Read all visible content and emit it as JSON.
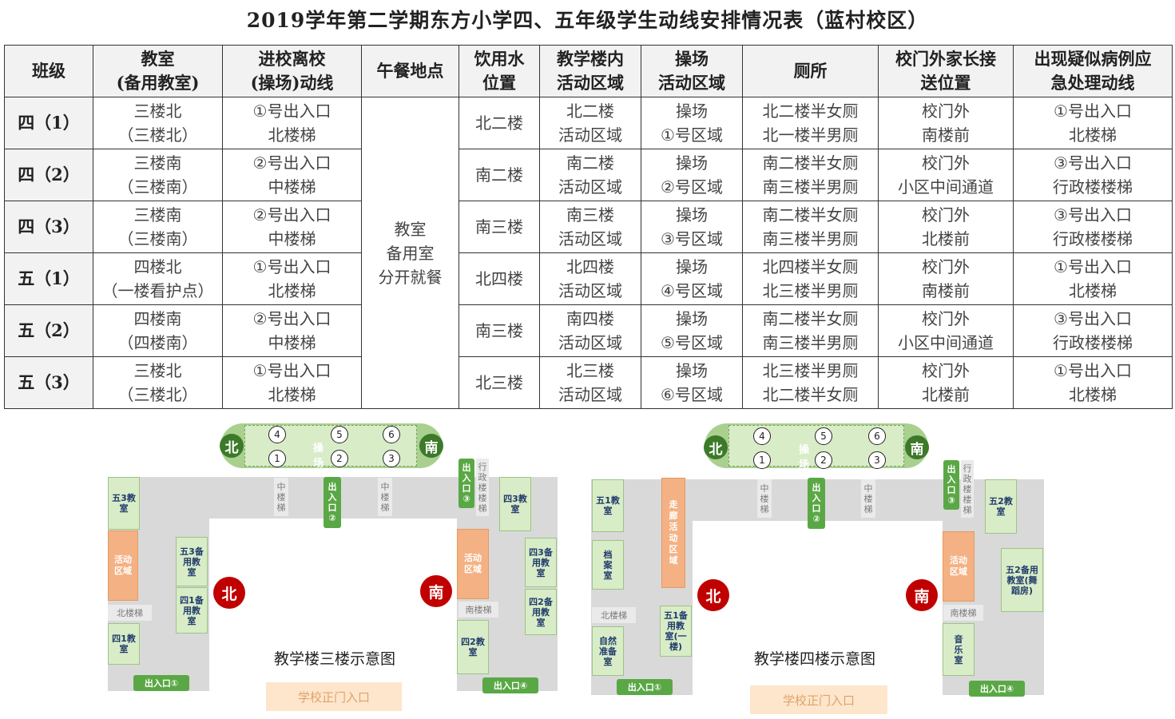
{
  "title": "2019学年第二学期东方小学四、五年级学生动线安排情况表（蓝村校区）",
  "headers": [
    [
      "班级"
    ],
    [
      "教室",
      "(备用教室)"
    ],
    [
      "进校离校",
      "(操场)动线"
    ],
    [
      "午餐地点"
    ],
    [
      "饮用水",
      "位置"
    ],
    [
      "教学楼内",
      "活动区域"
    ],
    [
      "操场",
      "活动区域"
    ],
    [
      "厕所"
    ],
    [
      "校门外家长接",
      "送位置"
    ],
    [
      "出现疑似病例应",
      "急处理动线"
    ]
  ],
  "lunch": [
    "教室",
    "备用室",
    "分开就餐"
  ],
  "rows": [
    {
      "cls": "四（1）",
      "room": [
        "三楼北",
        "（三楼北）"
      ],
      "route": [
        "①号出入口",
        "北楼梯"
      ],
      "water": "北二楼",
      "indoor": [
        "北二楼",
        "活动区域"
      ],
      "field": [
        "操场",
        "①号区域"
      ],
      "toilet": [
        "北二楼半女厕",
        "北一楼半男厕"
      ],
      "pickup": [
        "校门外",
        "南楼前"
      ],
      "emergency": [
        "①号出入口",
        "北楼梯"
      ]
    },
    {
      "cls": "四（2）",
      "room": [
        "三楼南",
        "（三楼南）"
      ],
      "route": [
        "②号出入口",
        "中楼梯"
      ],
      "water": "南二楼",
      "indoor": [
        "南二楼",
        "活动区域"
      ],
      "field": [
        "操场",
        "②号区域"
      ],
      "toilet": [
        "南二楼半女厕",
        "南三楼半男厕"
      ],
      "pickup": [
        "校门外",
        "小区中间通道"
      ],
      "emergency": [
        "③号出入口",
        "行政楼楼梯"
      ]
    },
    {
      "cls": "四（3）",
      "room": [
        "三楼南",
        "（三楼南）"
      ],
      "route": [
        "②号出入口",
        "中楼梯"
      ],
      "water": "南三楼",
      "indoor": [
        "南三楼",
        "活动区域"
      ],
      "field": [
        "操场",
        "③号区域"
      ],
      "toilet": [
        "南二楼半女厕",
        "南三楼半男厕"
      ],
      "pickup": [
        "校门外",
        "北楼前"
      ],
      "emergency": [
        "③号出入口",
        "行政楼楼梯"
      ]
    },
    {
      "cls": "五（1）",
      "room": [
        "四楼北",
        "（一楼看护点）"
      ],
      "route": [
        "①号出入口",
        "北楼梯"
      ],
      "water": "北四楼",
      "indoor": [
        "北四楼",
        "活动区域"
      ],
      "field": [
        "操场",
        "④号区域"
      ],
      "toilet": [
        "北四楼半女厕",
        "北三楼半男厕"
      ],
      "pickup": [
        "校门外",
        "南楼前"
      ],
      "emergency": [
        "①号出入口",
        "北楼梯"
      ]
    },
    {
      "cls": "五（2）",
      "room": [
        "四楼南",
        "（四楼南）"
      ],
      "route": [
        "②号出入口",
        "中楼梯"
      ],
      "water": "南三楼",
      "indoor": [
        "南四楼",
        "活动区域"
      ],
      "field": [
        "操场",
        "⑤号区域"
      ],
      "toilet": [
        "南二楼半女厕",
        "南三楼半男厕"
      ],
      "pickup": [
        "校门外",
        "小区中间通道"
      ],
      "emergency": [
        "③号出入口",
        "行政楼楼梯"
      ]
    },
    {
      "cls": "五（3）",
      "room": [
        "三楼北",
        "（三楼北）"
      ],
      "route": [
        "①号出入口",
        "北楼梯"
      ],
      "water": "北三楼",
      "indoor": [
        "北三楼",
        "活动区域"
      ],
      "field": [
        "操场",
        "⑥号区域"
      ],
      "toilet": [
        "北三楼半男厕",
        "北二楼半女厕"
      ],
      "pickup": [
        "校门外",
        "北楼前"
      ],
      "emergency": [
        "①号出入口",
        "北楼梯"
      ]
    }
  ],
  "map3": {
    "title": "教学楼三楼示意图",
    "north": "北",
    "south": "南",
    "field_label": "操场",
    "field_nums_top": [
      "4",
      "5",
      "6"
    ],
    "field_nums_bottom": [
      "1",
      "2",
      "3"
    ],
    "r5_3": "五3教室",
    "act_left": "活动区域",
    "stair_north": "北楼梯",
    "r4_1": "四1教室",
    "exit1": "出入口①",
    "stair_mid_left": "中楼梯",
    "exit2": "出入口②",
    "stair_mid_right": "中楼梯",
    "exit3": "出入口③",
    "admin_stair": "行政楼楼梯",
    "r5_3b": "五3备用教室",
    "r4_1b": "四1备用教室",
    "r4_3": "四3教室",
    "act_right": "活动区域",
    "r4_3b": "四3备用教室",
    "r4_2b": "四2备用教室",
    "stair_south": "南楼梯",
    "r4_2": "四2教室",
    "exit4": "出入口④",
    "gate": "学校正门入口"
  },
  "map4": {
    "title": "教学楼四楼示意图",
    "north": "北",
    "south": "南",
    "field_label": "操场",
    "field_nums_top": [
      "4",
      "5",
      "6"
    ],
    "field_nums_bottom": [
      "1",
      "2",
      "3"
    ],
    "r5_1": "五1教室",
    "archive": "档案室",
    "stair_north": "北楼梯",
    "science": "自然准备室",
    "exit1": "出入口①",
    "corridor": "走廊活动区域",
    "stair_mid_left": "中楼梯",
    "exit2": "出入口②",
    "r5_1b": "五1备用教室(一楼)",
    "stair_mid_right": "中楼梯",
    "exit3": "出入口③",
    "admin_stair": "行政楼楼梯",
    "r5_2": "五2教室",
    "act_right": "活动区域",
    "r5_2b": "五2备用教室(舞蹈房)",
    "stair_south": "南楼梯",
    "music": "音乐室",
    "exit4": "出入口④",
    "gate": "学校正门入口"
  }
}
